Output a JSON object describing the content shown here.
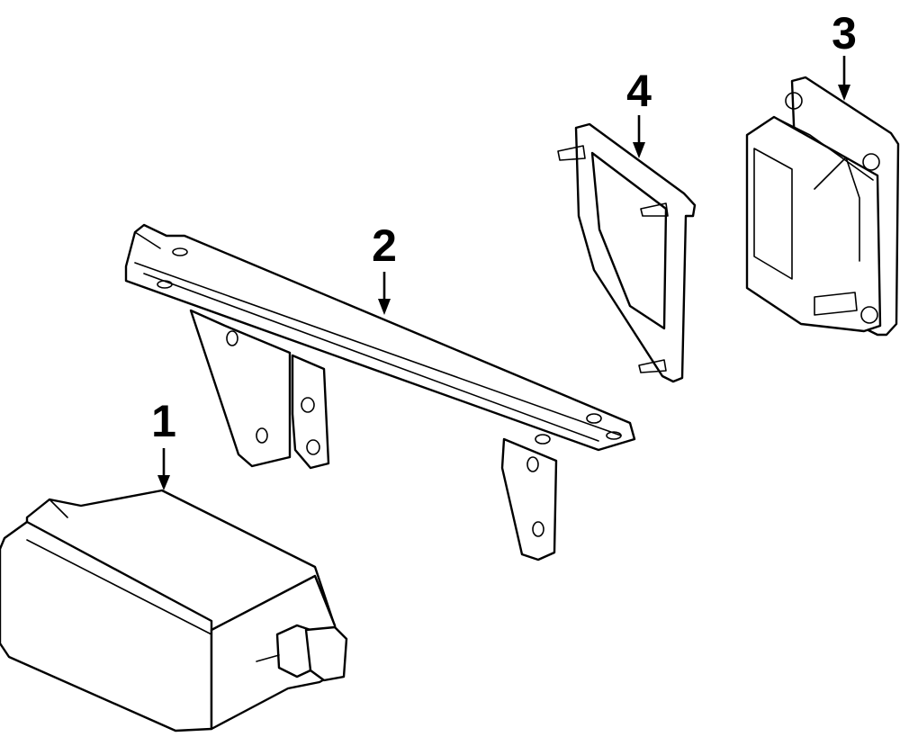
{
  "callouts": [
    {
      "id": "1",
      "label": "1"
    },
    {
      "id": "2",
      "label": "2"
    },
    {
      "id": "3",
      "label": "3"
    },
    {
      "id": "4",
      "label": "4"
    }
  ],
  "colors": {
    "stroke": "#000000",
    "background": "#ffffff"
  }
}
